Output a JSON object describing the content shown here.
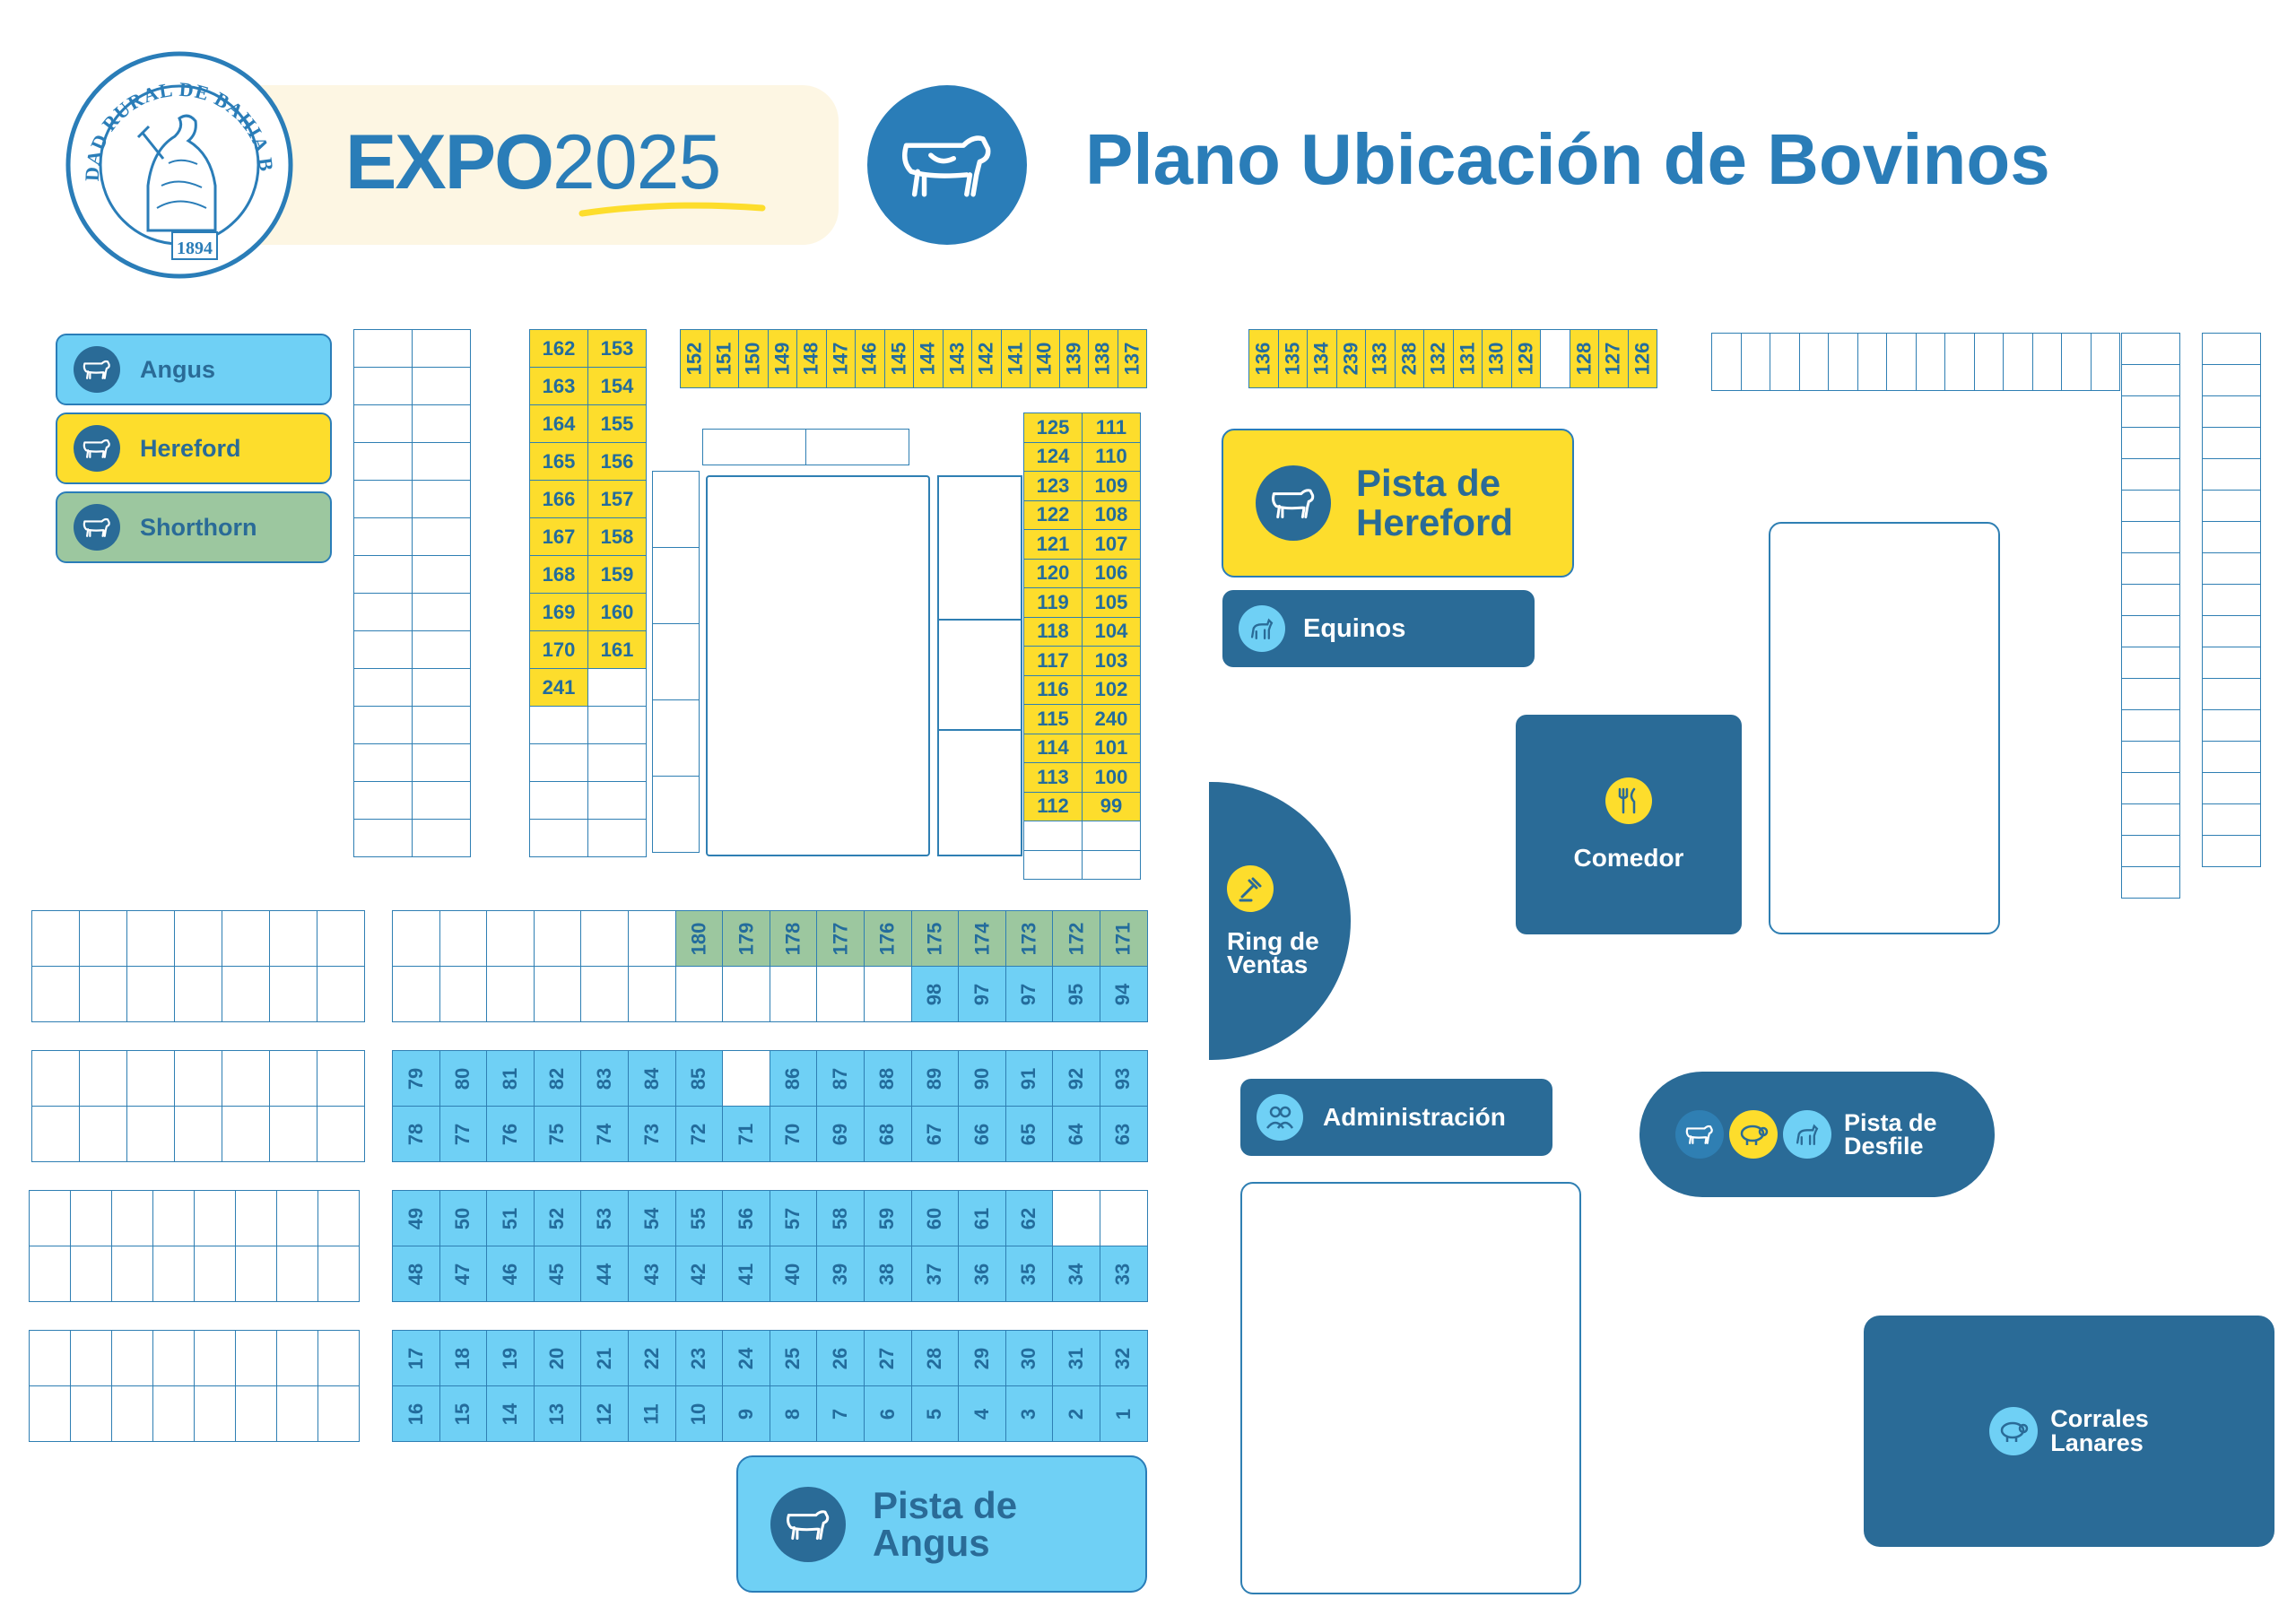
{
  "header": {
    "seal_text": "SOCIEDAD RURAL DE BAHIA BLANCA",
    "seal_year": "1894",
    "expo_bold": "EXPO",
    "expo_year": "2025",
    "title": "Plano Ubicación de Bovinos",
    "title_icon": "cow-icon"
  },
  "legend": [
    {
      "label": "Angus",
      "color": "#6fd0f5",
      "icon": "cow-icon"
    },
    {
      "label": "Hereford",
      "color": "#fddd2c",
      "icon": "cow-icon"
    },
    {
      "label": "Shorthorn",
      "color": "#9cc79f",
      "icon": "cow-icon"
    }
  ],
  "colors": {
    "dark_blue": "#2a6b97",
    "title_blue": "#2a7db8",
    "angus": "#6fd0f5",
    "hereford": "#fddd2c",
    "shorthorn": "#9cc79f",
    "cream": "#fdf6e3"
  },
  "zones": {
    "pista_hereford": {
      "line1": "Pista de",
      "line2": "Hereford",
      "icon": "cow-icon"
    },
    "equinos": {
      "label": "Equinos",
      "icon": "horse-icon"
    },
    "comedor": {
      "label": "Comedor",
      "icon": "cutlery-icon"
    },
    "ring": {
      "line1": "Ring de",
      "line2": "Ventas",
      "icon": "gavel-icon"
    },
    "administracion": {
      "label": "Administración",
      "icon": "people-icon"
    },
    "pista_desfile": {
      "line1": "Pista de",
      "line2": "Desfile",
      "icons": [
        "cow-icon",
        "sheep-icon",
        "horse-icon"
      ]
    },
    "corrales": {
      "line1": "Corrales",
      "line2": "Lanares",
      "icon": "sheep-icon"
    },
    "pista_angus": {
      "line1": "Pista de",
      "line2": "Angus",
      "icon": "cow-icon"
    }
  },
  "pens": {
    "hereford_col_a": [
      "162",
      "163",
      "164",
      "165",
      "166",
      "167",
      "168",
      "169",
      "170",
      "241"
    ],
    "hereford_col_b": [
      "153",
      "154",
      "155",
      "156",
      "157",
      "158",
      "159",
      "160",
      "161"
    ],
    "hereford_top_row": [
      "152",
      "151",
      "150",
      "149",
      "148",
      "147",
      "146",
      "145",
      "144",
      "143",
      "142",
      "141",
      "140",
      "139",
      "138",
      "137"
    ],
    "hereford_right_row": [
      "136",
      "135",
      "134",
      "239",
      "133",
      "238",
      "132",
      "131",
      "130",
      "129",
      "",
      "128",
      "127",
      "126"
    ],
    "hereford_col_c": [
      "125",
      "124",
      "123",
      "122",
      "121",
      "120",
      "119",
      "118",
      "117",
      "116",
      "115",
      "114",
      "113",
      "112"
    ],
    "hereford_col_d": [
      "111",
      "110",
      "109",
      "108",
      "107",
      "106",
      "105",
      "104",
      "103",
      "102",
      "240",
      "101",
      "100",
      "99"
    ],
    "shorthorn_row": [
      "180",
      "179",
      "178",
      "177",
      "176",
      "175",
      "174",
      "173",
      "172",
      "171"
    ],
    "angus_row_98": [
      "98",
      "97",
      "97",
      "95",
      "94"
    ],
    "angus_row_79": [
      "79",
      "80",
      "81",
      "82",
      "83",
      "84",
      "85",
      "",
      "86",
      "87",
      "88",
      "89",
      "90",
      "91",
      "92",
      "93"
    ],
    "angus_row_78": [
      "78",
      "77",
      "76",
      "75",
      "74",
      "73",
      "72",
      "71",
      "70",
      "69",
      "68",
      "67",
      "66",
      "65",
      "64",
      "63"
    ],
    "angus_row_49": [
      "49",
      "50",
      "51",
      "52",
      "53",
      "54",
      "55",
      "56",
      "57",
      "58",
      "59",
      "60",
      "61",
      "62"
    ],
    "angus_row_48": [
      "48",
      "47",
      "46",
      "45",
      "44",
      "43",
      "42",
      "41",
      "40",
      "39",
      "38",
      "37",
      "36",
      "35",
      "34",
      "33"
    ],
    "angus_row_17": [
      "17",
      "18",
      "19",
      "20",
      "21",
      "22",
      "23",
      "24",
      "25",
      "26",
      "27",
      "28",
      "29",
      "30",
      "31",
      "32"
    ],
    "angus_row_16": [
      "16",
      "15",
      "14",
      "13",
      "12",
      "11",
      "10",
      "9",
      "8",
      "7",
      "6",
      "5",
      "4",
      "3",
      "2",
      "1"
    ]
  }
}
